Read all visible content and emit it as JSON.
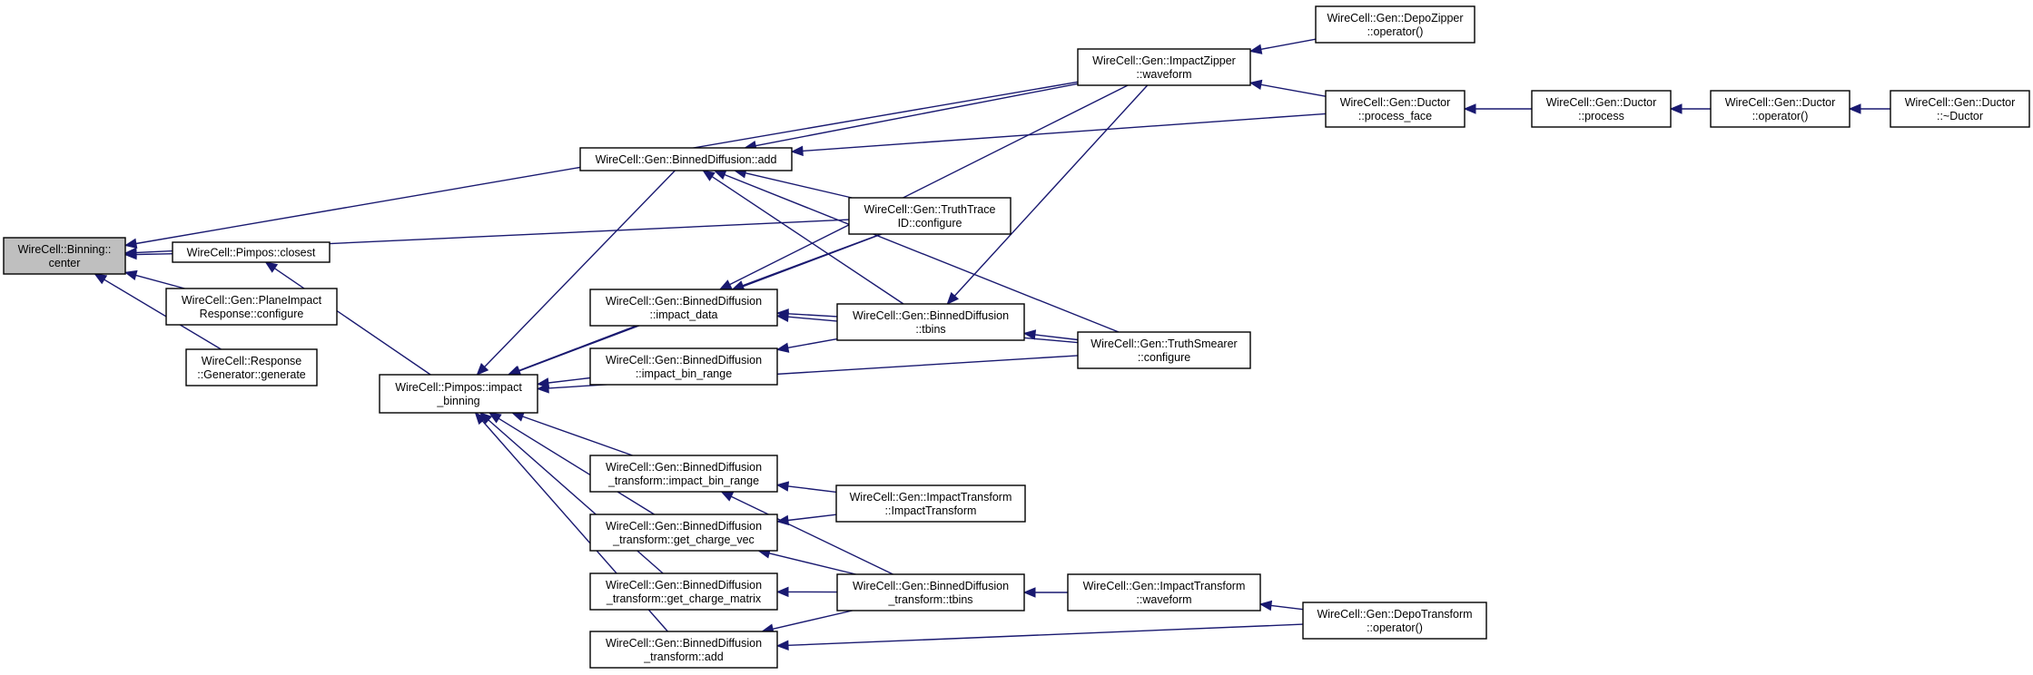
{
  "graph": {
    "nodes": [
      {
        "id": "binning_center",
        "lines": [
          "WireCell::Binning::",
          "center"
        ],
        "focus": true
      },
      {
        "id": "pimpos_closest",
        "lines": [
          "WireCell::Pimpos::closest"
        ]
      },
      {
        "id": "planeimpact_configure",
        "lines": [
          "WireCell::Gen::PlaneImpact",
          "Response::configure"
        ]
      },
      {
        "id": "response_generate",
        "lines": [
          "WireCell::Response",
          "::Generator::generate"
        ]
      },
      {
        "id": "pimpos_impact_binning",
        "lines": [
          "WireCell::Pimpos::impact",
          "_binning"
        ]
      },
      {
        "id": "bd_add",
        "lines": [
          "WireCell::Gen::BinnedDiffusion::add"
        ]
      },
      {
        "id": "bd_impact_data",
        "lines": [
          "WireCell::Gen::BinnedDiffusion",
          "::impact_data"
        ]
      },
      {
        "id": "bd_impact_bin_range",
        "lines": [
          "WireCell::Gen::BinnedDiffusion",
          "::impact_bin_range"
        ]
      },
      {
        "id": "bdt_impact_bin_range",
        "lines": [
          "WireCell::Gen::BinnedDiffusion",
          "_transform::impact_bin_range"
        ]
      },
      {
        "id": "bdt_get_charge_vec",
        "lines": [
          "WireCell::Gen::BinnedDiffusion",
          "_transform::get_charge_vec"
        ]
      },
      {
        "id": "bdt_get_charge_matrix",
        "lines": [
          "WireCell::Gen::BinnedDiffusion",
          "_transform::get_charge_matrix"
        ]
      },
      {
        "id": "bdt_add",
        "lines": [
          "WireCell::Gen::BinnedDiffusion",
          "_transform::add"
        ]
      },
      {
        "id": "truthtraceid_configure",
        "lines": [
          "WireCell::Gen::TruthTrace",
          "ID::configure"
        ]
      },
      {
        "id": "bd_tbins",
        "lines": [
          "WireCell::Gen::BinnedDiffusion",
          "::tbins"
        ]
      },
      {
        "id": "impacttransform_ctor",
        "lines": [
          "WireCell::Gen::ImpactTransform",
          "::ImpactTransform"
        ]
      },
      {
        "id": "bdt_tbins",
        "lines": [
          "WireCell::Gen::BinnedDiffusion",
          "_transform::tbins"
        ]
      },
      {
        "id": "impactzipper_waveform",
        "lines": [
          "WireCell::Gen::ImpactZipper",
          "::waveform"
        ]
      },
      {
        "id": "truthsmearer_configure",
        "lines": [
          "WireCell::Gen::TruthSmearer",
          "::configure"
        ]
      },
      {
        "id": "impacttransform_waveform",
        "lines": [
          "WireCell::Gen::ImpactTransform",
          "::waveform"
        ]
      },
      {
        "id": "depozipper_operator",
        "lines": [
          "WireCell::Gen::DepoZipper",
          "::operator()"
        ]
      },
      {
        "id": "ductor_process_face",
        "lines": [
          "WireCell::Gen::Ductor",
          "::process_face"
        ]
      },
      {
        "id": "depotransform_operator",
        "lines": [
          "WireCell::Gen::DepoTransform",
          "::operator()"
        ]
      },
      {
        "id": "ductor_process",
        "lines": [
          "WireCell::Gen::Ductor",
          "::process"
        ]
      },
      {
        "id": "ductor_operator",
        "lines": [
          "WireCell::Gen::Ductor",
          "::operator()"
        ]
      },
      {
        "id": "ductor_dtor",
        "lines": [
          "WireCell::Gen::Ductor",
          "::~Ductor"
        ]
      }
    ],
    "edges": [
      {
        "from": "pimpos_closest",
        "to": "binning_center"
      },
      {
        "from": "planeimpact_configure",
        "to": "binning_center"
      },
      {
        "from": "response_generate",
        "to": "binning_center"
      },
      {
        "from": "impactzipper_waveform",
        "to": "binning_center"
      },
      {
        "from": "truthtraceid_configure",
        "to": "binning_center"
      },
      {
        "from": "pimpos_impact_binning",
        "to": "pimpos_closest"
      },
      {
        "from": "bd_add",
        "to": "pimpos_impact_binning"
      },
      {
        "from": "bd_impact_data",
        "to": "pimpos_impact_binning"
      },
      {
        "from": "bd_impact_bin_range",
        "to": "pimpos_impact_binning"
      },
      {
        "from": "bdt_impact_bin_range",
        "to": "pimpos_impact_binning"
      },
      {
        "from": "bdt_get_charge_vec",
        "to": "pimpos_impact_binning"
      },
      {
        "from": "bdt_get_charge_matrix",
        "to": "pimpos_impact_binning"
      },
      {
        "from": "bdt_add",
        "to": "pimpos_impact_binning"
      },
      {
        "from": "truthtraceid_configure",
        "to": "pimpos_impact_binning"
      },
      {
        "from": "truthsmearer_configure",
        "to": "pimpos_impact_binning"
      },
      {
        "from": "impactzipper_waveform",
        "to": "bd_add"
      },
      {
        "from": "ductor_process_face",
        "to": "bd_add"
      },
      {
        "from": "truthtraceid_configure",
        "to": "bd_add"
      },
      {
        "from": "bd_tbins",
        "to": "bd_add"
      },
      {
        "from": "truthsmearer_configure",
        "to": "bd_add"
      },
      {
        "from": "truthtraceid_configure",
        "to": "bd_impact_data"
      },
      {
        "from": "bd_tbins",
        "to": "bd_impact_data"
      },
      {
        "from": "impactzipper_waveform",
        "to": "bd_impact_data"
      },
      {
        "from": "truthsmearer_configure",
        "to": "bd_impact_data"
      },
      {
        "from": "bd_tbins",
        "to": "bd_impact_bin_range"
      },
      {
        "from": "impacttransform_ctor",
        "to": "bdt_impact_bin_range"
      },
      {
        "from": "bdt_tbins",
        "to": "bdt_impact_bin_range"
      },
      {
        "from": "impacttransform_ctor",
        "to": "bdt_get_charge_vec"
      },
      {
        "from": "bdt_tbins",
        "to": "bdt_get_charge_vec"
      },
      {
        "from": "bdt_tbins",
        "to": "bdt_get_charge_matrix"
      },
      {
        "from": "bdt_tbins",
        "to": "bdt_add"
      },
      {
        "from": "depotransform_operator",
        "to": "bdt_add"
      },
      {
        "from": "impactzipper_waveform",
        "to": "bd_tbins"
      },
      {
        "from": "truthsmearer_configure",
        "to": "bd_tbins"
      },
      {
        "from": "impacttransform_waveform",
        "to": "bdt_tbins"
      },
      {
        "from": "depozipper_operator",
        "to": "impactzipper_waveform"
      },
      {
        "from": "ductor_process_face",
        "to": "impactzipper_waveform"
      },
      {
        "from": "depotransform_operator",
        "to": "impacttransform_waveform"
      },
      {
        "from": "ductor_process",
        "to": "ductor_process_face"
      },
      {
        "from": "ductor_operator",
        "to": "ductor_process"
      },
      {
        "from": "ductor_dtor",
        "to": "ductor_operator"
      }
    ]
  }
}
